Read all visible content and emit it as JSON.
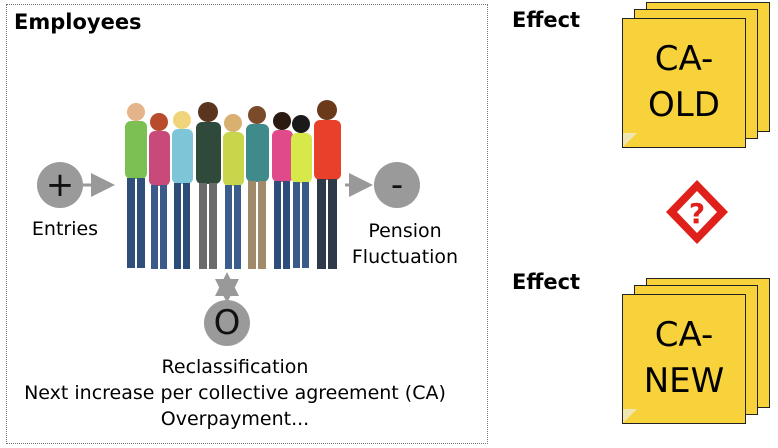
{
  "panel": {
    "title": "Employees",
    "plus_symbol": "+",
    "minus_symbol": "-",
    "o_symbol": "O",
    "entries_label": "Entries",
    "pension_label_line1": "Pension",
    "pension_label_line2": "Fluctuation",
    "reclass_line1": "Reclassification",
    "reclass_line2": "Next increase per collective agreement (CA)",
    "reclass_line3": "Overpayment..."
  },
  "effects": [
    {
      "title": "Effect",
      "doc_line1": "CA-",
      "doc_line2": "OLD"
    },
    {
      "title": "Effect",
      "doc_line1": "CA-",
      "doc_line2": "NEW"
    }
  ],
  "question_symbol": "?",
  "colors": {
    "document_fill": "#f7d23a",
    "circle_fill": "#9a9a9a",
    "question_red": "#e0201a",
    "arrow_gray": "#999999"
  },
  "icons": [
    "people-group-icon",
    "question-diamond-icon",
    "document-stack-icon"
  ]
}
